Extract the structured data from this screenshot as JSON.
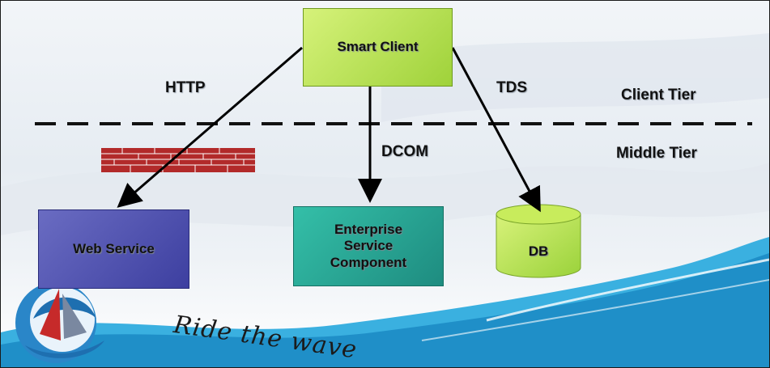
{
  "labels": {
    "http": "HTTP",
    "tds": "TDS",
    "dcom": "DCOM",
    "client_tier": "Client Tier",
    "middle_tier": "Middle Tier"
  },
  "nodes": {
    "smart_client": "Smart Client",
    "web_service": "Web Service",
    "enterprise_service_component": "Enterprise Service Component",
    "db": "DB"
  },
  "edges": [
    {
      "from": "Smart Client",
      "to": "Web Service",
      "label": "HTTP"
    },
    {
      "from": "Smart Client",
      "to": "Enterprise Service Component",
      "label": "DCOM"
    },
    {
      "from": "Smart Client",
      "to": "DB",
      "label": "TDS"
    }
  ],
  "branding": {
    "tagline": "Ride the wave",
    "colors": {
      "smart_client": "#a8d84a",
      "web_service": "#4f51b0",
      "enterprise_service_component": "#26a594",
      "db": "#b6e24c",
      "wave": "#2aa6dc",
      "firewall": "#b22a2a"
    }
  }
}
